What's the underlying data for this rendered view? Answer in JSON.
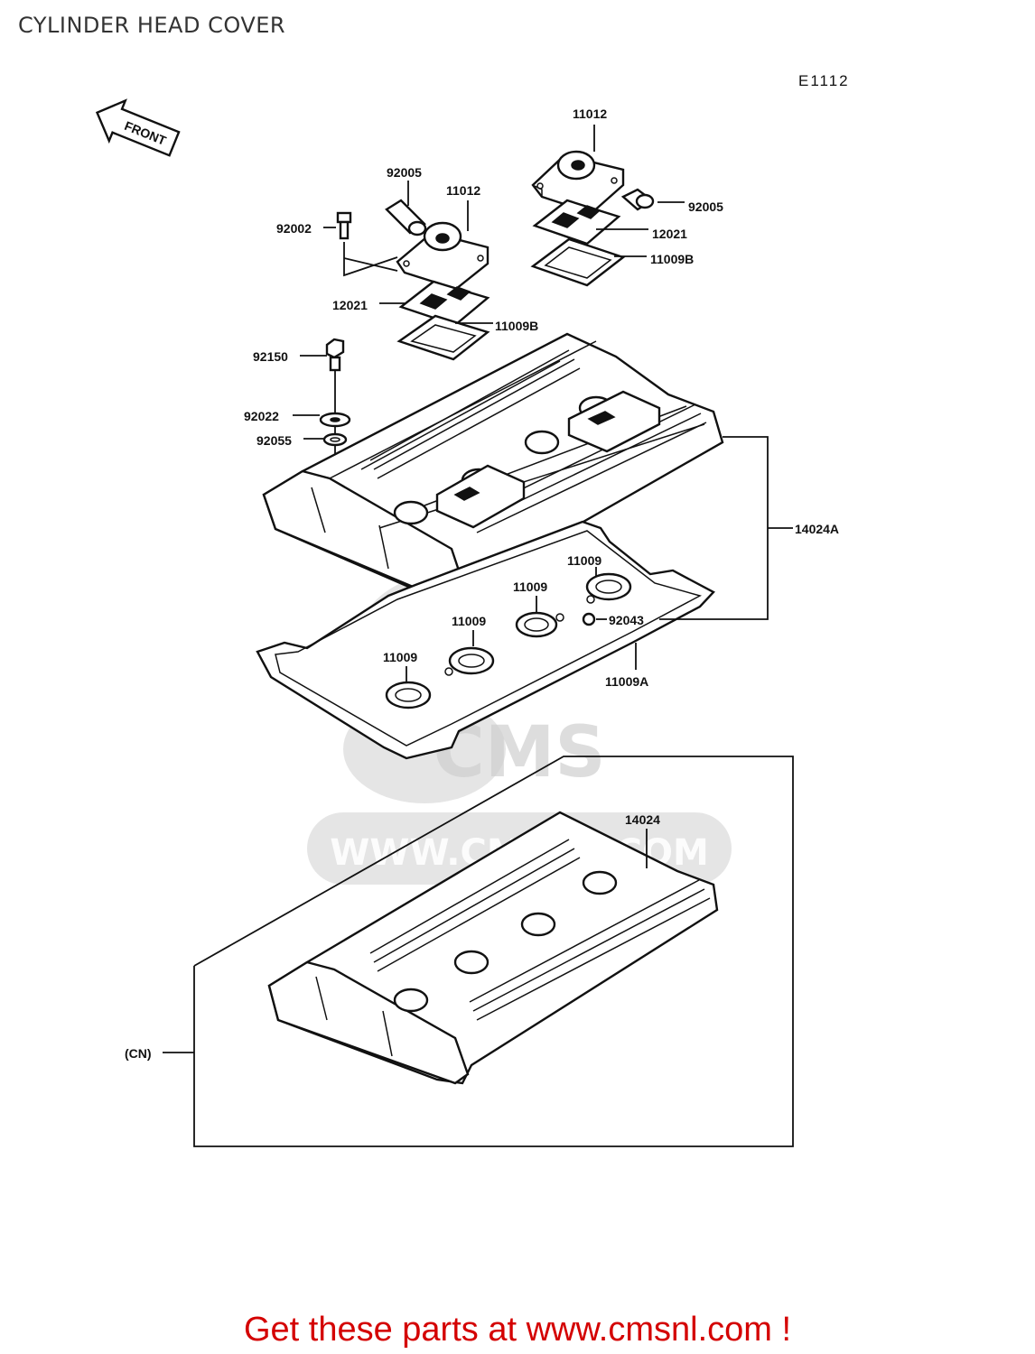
{
  "title": "CYLINDER HEAD COVER",
  "diagram_code": "E1112",
  "front_label": "FRONT",
  "watermark": {
    "brand": "CMS",
    "url": "WWW.CMSNL.COM"
  },
  "labels": {
    "p11012_top": "11012",
    "p92005_right": "92005",
    "p12021_right": "12021",
    "p11009b_right": "11009B",
    "p92005_left": "92005",
    "p11012_left": "11012",
    "p92002": "92002",
    "p12021_left": "12021",
    "p11009b_left": "11009B",
    "p92150": "92150",
    "p92022": "92022",
    "p92055": "92055",
    "p14024a": "14024A",
    "p11009_a": "11009",
    "p11009_b": "11009",
    "p11009_c": "11009",
    "p11009_d": "11009",
    "p92043": "92043",
    "p11009a": "11009A",
    "p14024": "14024",
    "cn": "(CN)"
  },
  "promo": "Get these parts at www.cmsnl.com !"
}
